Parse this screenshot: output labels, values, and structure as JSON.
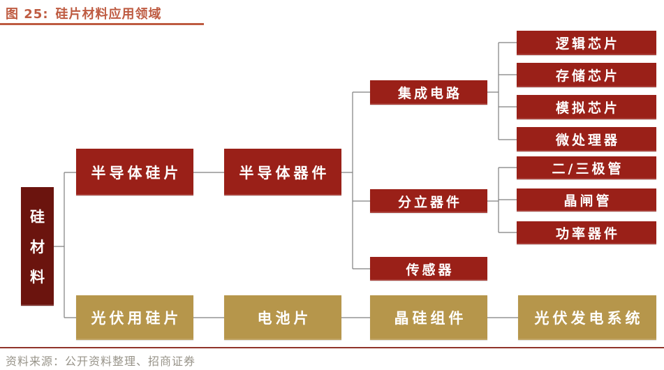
{
  "header": {
    "figure_label": "图 25:",
    "title": "硅片材料应用领域"
  },
  "footer": {
    "source": "资料来源：公开资料整理、招商证券"
  },
  "colors": {
    "node_red": "#9A2018",
    "node_dark_red": "#6B140E",
    "node_gold": "#B6964B",
    "title_accent": "#BE5B41",
    "divider_red": "#90342A",
    "connector_gray": "#7F7F7F",
    "source_text": "#98948A",
    "node_text": "#FFFFFF"
  },
  "diagram": {
    "root": {
      "label": "硅材料"
    },
    "semiconductor": {
      "wafer": "半导体硅片",
      "device": "半导体器件",
      "ic": {
        "label": "集成电路",
        "children": [
          "逻辑芯片",
          "存储芯片",
          "模拟芯片",
          "微处理器"
        ]
      },
      "discrete": {
        "label": "分立器件",
        "children": [
          "二/三极管",
          "晶闸管",
          "功率器件"
        ]
      },
      "sensor": {
        "label": "传感器"
      }
    },
    "photovoltaic": {
      "wafer": "光伏用硅片",
      "cell": "电池片",
      "module": "晶硅组件",
      "system": "光伏发电系统"
    }
  }
}
